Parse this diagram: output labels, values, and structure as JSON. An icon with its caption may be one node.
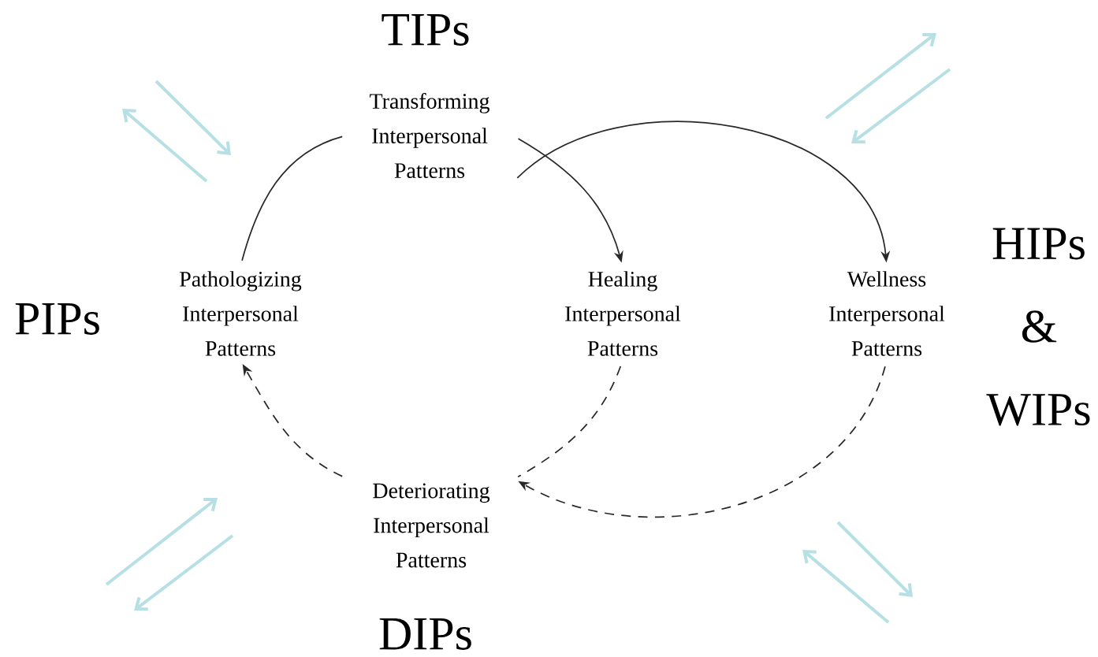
{
  "diagram": {
    "nodes": [
      {
        "text": [
          "Transforming Interpersonal Patterns"
        ]
      },
      {
        "text": [
          "Pathologizing Interpersonal Patterns"
        ]
      },
      {
        "text": [
          "Healing Interpersonal Patterns"
        ]
      },
      {
        "text": [
          "Wellness Interpersonal Patterns"
        ]
      },
      {
        "text": [
          "Deteriorating Interpersonal Patterns"
        ]
      }
    ],
    "edges": [
      {
        "from": 1,
        "to": 0,
        "arrow": "none"
      },
      {
        "from": 0,
        "to": 2,
        "arrow": "to"
      },
      {
        "from": 0,
        "to": 3,
        "arrow": "to"
      },
      {
        "from": 2,
        "to": 4,
        "arrow": "none",
        "style": "dashed"
      },
      {
        "from": 4,
        "to": 1,
        "arrow": "to",
        "style": "dashed"
      },
      {
        "from": 3,
        "to": 4,
        "arrow": "to",
        "style": "dashed"
      }
    ],
    "labels": [
      "TIPs",
      "PIPs",
      "HIPs & WIPs",
      "DIPs"
    ]
  }
}
